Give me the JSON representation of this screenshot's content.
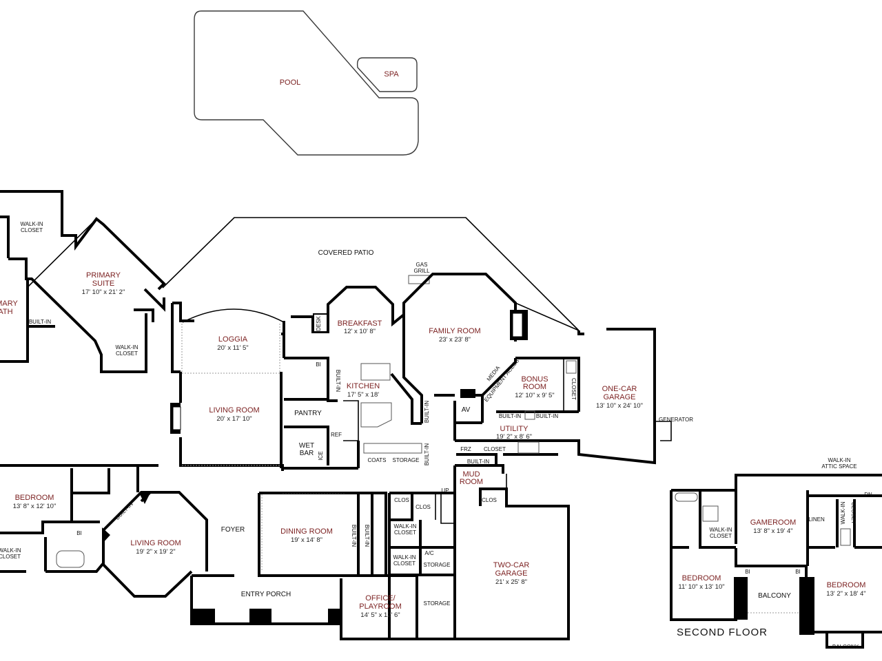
{
  "rooms": {
    "pool": {
      "name": "POOL"
    },
    "spa": {
      "name": "SPA"
    },
    "covered_patio": {
      "name": "COVERED PATIO"
    },
    "gas_grill": {
      "line1": "GAS",
      "line2": "GRILL"
    },
    "primary_suite": {
      "line1": "PRIMARY",
      "line2": "SUITE",
      "dims": "17' 10\" x 21' 2\""
    },
    "primary_bath": {
      "line1": "MARY",
      "line2": "ATH"
    },
    "walkin_closet_a": {
      "line1": "WALK-IN",
      "line2": "CLOSET"
    },
    "walkin_closet_b": {
      "line1": "WALK-IN",
      "line2": "CLOSET"
    },
    "builtin_primary": {
      "name": "BUILT-IN"
    },
    "loggia": {
      "name": "LOGGIA",
      "dims": "20' x 11' 5\""
    },
    "living_room_main": {
      "name": "LIVING ROOM",
      "dims": "20' x 17' 10\""
    },
    "breakfast": {
      "name": "BREAKFAST",
      "dims": "12' x 10' 8\""
    },
    "desk": {
      "name": "DESK"
    },
    "bi_kitchen": {
      "name": "BI"
    },
    "builtin_kitchen": {
      "name": "BUILT-IN"
    },
    "kitchen": {
      "name": "KITCHEN",
      "dims": "17' 5\" x 18'"
    },
    "pantry": {
      "name": "PANTRY"
    },
    "ref": {
      "name": "REF"
    },
    "wet_bar": {
      "line1": "WET",
      "line2": "BAR"
    },
    "ice": {
      "name": "ICE"
    },
    "family_room": {
      "name": "FAMILY ROOM",
      "dims": "23' x 23' 8\""
    },
    "media": {
      "name": "MEDIA"
    },
    "equipment_access": {
      "name": "EQUIPMENT ACESS"
    },
    "bonus_room": {
      "line1": "BONUS",
      "line2": "ROOM",
      "dims": "12' 10\" x 9' 5\""
    },
    "closet_bonus": {
      "name": "CLOSET"
    },
    "builtin_center": {
      "name": "BUILT-IN"
    },
    "av": {
      "name": "AV"
    },
    "builtin_utility_a": {
      "name": "BUILT-IN"
    },
    "builtin_utility_b": {
      "name": "BUILT-IN"
    },
    "utility": {
      "name": "UTILITY",
      "dims": "19' 2\" x 8' 6\""
    },
    "frz": {
      "name": "FRZ"
    },
    "closet_utility": {
      "name": "CLOSET"
    },
    "builtin_mud": {
      "name": "BUILT-IN"
    },
    "one_car_garage": {
      "line1": "ONE-CAR",
      "line2": "GARAGE",
      "dims": "13' 10\" x 24' 10\""
    },
    "generator": {
      "name": "GENERATOR"
    },
    "coats": {
      "name": "COATS"
    },
    "storage_a": {
      "name": "STORAGE"
    },
    "builtin_storage": {
      "name": "BUILT-IN"
    },
    "mud_room": {
      "line1": "MUD",
      "line2": "ROOM"
    },
    "up": {
      "name": "UP"
    },
    "bedroom_left": {
      "name": "BEDROOM",
      "dims": "13' 8\" x 12' 10\""
    },
    "walkin_closet_left": {
      "line1": "WALK-IN",
      "line2": "CLOSET"
    },
    "bi_left": {
      "name": "BI"
    },
    "builtin_living2": {
      "name": "BUILT-IN"
    },
    "living_room_2": {
      "name": "LIVING ROOM",
      "dims": "19' 2\" x 19' 2\""
    },
    "foyer": {
      "name": "FOYER"
    },
    "dining_room": {
      "name": "DINING ROOM",
      "dims": "19' x 14' 8\""
    },
    "builtin_dining_a": {
      "name": "BUILT-IN"
    },
    "builtin_dining_b": {
      "name": "BUILT-IN"
    },
    "clos_a": {
      "name": "CLOS"
    },
    "clos_b": {
      "name": "CLOS"
    },
    "clos_c": {
      "name": "CLOS"
    },
    "walkin_closet_c": {
      "line1": "WALK-IN",
      "line2": "CLOSET"
    },
    "walkin_closet_d": {
      "line1": "WALK-IN",
      "line2": "CLOSET"
    },
    "ac": {
      "name": "A/C"
    },
    "storage_b": {
      "name": "STORAGE"
    },
    "storage_c": {
      "name": "STORAGE"
    },
    "entry_porch": {
      "name": "ENTRY PORCH"
    },
    "office": {
      "line1": "OFFICE/",
      "line2": "PLAYROOM",
      "dims": "14' 5\" x 12' 6\""
    },
    "two_car_garage": {
      "line1": "TWO-CAR",
      "line2": "GARAGE",
      "dims": "21' x 25' 8\""
    }
  },
  "second_floor": {
    "title": "SECOND FLOOR",
    "walkin_attic": {
      "line1": "WALK-IN",
      "line2": "ATTIC SPACE"
    },
    "gameroom": {
      "name": "GAMEROOM",
      "dims": "13' 8\" x 19' 4\""
    },
    "walkin_closet_e": {
      "line1": "WALK-IN",
      "line2": "CLOSET"
    },
    "walkin_closet_f": {
      "line1": "WALK-IN",
      "line2": "CLOSET"
    },
    "linen": {
      "name": "LINEN"
    },
    "dn": {
      "name": "DN"
    },
    "bedroom_a": {
      "name": "BEDROOM",
      "dims": "11' 10\" x 13' 10\""
    },
    "bedroom_b": {
      "name": "BEDROOM",
      "dims": "13' 2\" x 18' 4\""
    },
    "bi_a": {
      "name": "BI"
    },
    "bi_b": {
      "name": "BI"
    },
    "balcony": {
      "name": "BALCONY"
    },
    "balcony_small": {
      "name": "BALCONY"
    }
  },
  "colors": {
    "room_name": "#7a1f1f",
    "wall": "#000000",
    "text": "#222222"
  }
}
